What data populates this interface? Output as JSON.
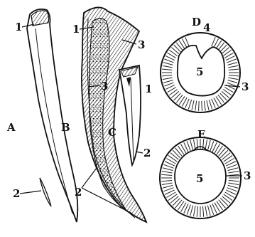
{
  "figure": {
    "panels": [
      {
        "id": "A",
        "letter": "A"
      },
      {
        "id": "B",
        "letter": "B"
      },
      {
        "id": "C",
        "letter": "C"
      },
      {
        "id": "D",
        "letter": "D"
      },
      {
        "id": "E",
        "letter": "E"
      }
    ],
    "labels": {
      "a_1": "1",
      "a_2": "2",
      "b_1": "1",
      "b_3a": "3",
      "b_3b": "3",
      "b_2": "2",
      "c_1": "1",
      "c_2": "2",
      "d_4": "4",
      "d_5": "5",
      "d_3": "3",
      "e_5": "5",
      "e_3": "3"
    }
  }
}
